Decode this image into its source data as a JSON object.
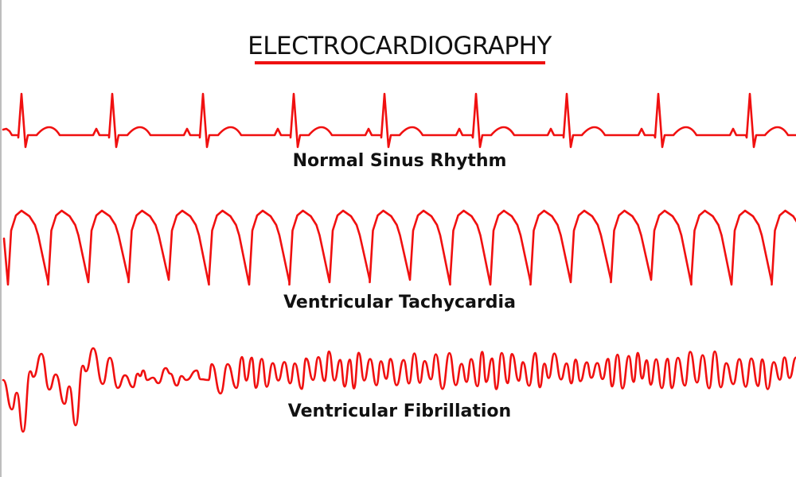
{
  "title": "ELECTROCARDIOGRAPHY",
  "accent_color": "#f01010",
  "rhythms": [
    {
      "name": "Normal Sinus Rhythm"
    },
    {
      "name": "Ventricular Tachycardia"
    },
    {
      "name": "Ventricular Fibrillation"
    }
  ]
}
